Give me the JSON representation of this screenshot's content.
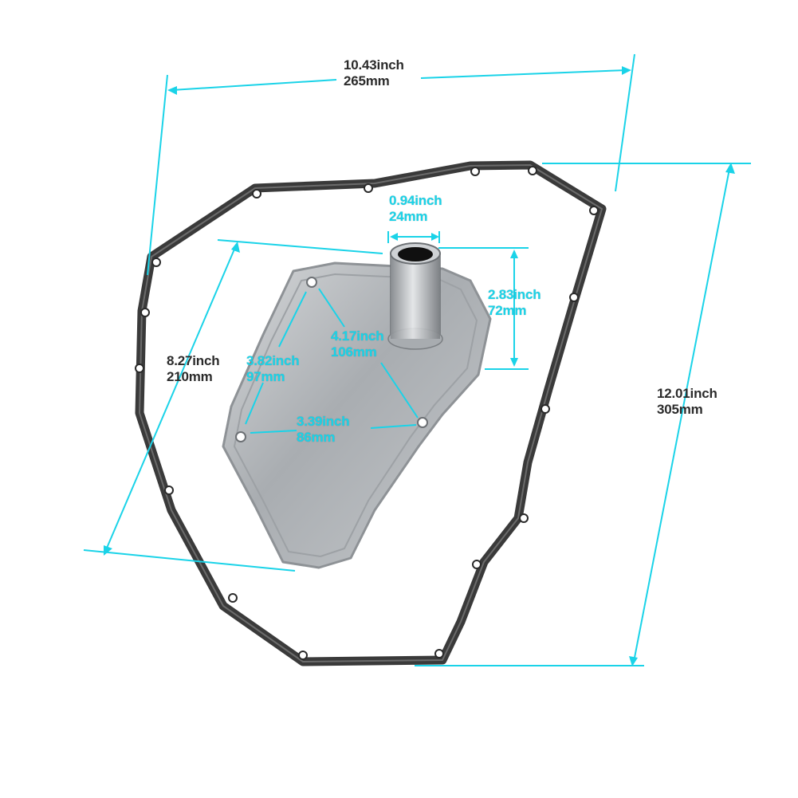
{
  "colors": {
    "dimension_line": "#1ad3e8",
    "gasket": "#3a3a3a",
    "filter_plate": "#b9bcbf",
    "background": "#ffffff"
  },
  "measurements": {
    "overall_width": {
      "inch": "10.43inch",
      "mm": "265mm"
    },
    "overall_height": {
      "inch": "12.01inch",
      "mm": "305mm"
    },
    "filter_length": {
      "inch": "8.27inch",
      "mm": "210mm"
    },
    "outlet_diameter": {
      "inch": "0.94inch",
      "mm": "24mm"
    },
    "outlet_height": {
      "inch": "2.83inch",
      "mm": "72mm"
    },
    "hole_diagonal": {
      "inch": "4.17inch",
      "mm": "106mm"
    },
    "hole_edge": {
      "inch": "3.82inch",
      "mm": "97mm"
    },
    "hole_spacing": {
      "inch": "3.39inch",
      "mm": "86mm"
    }
  }
}
